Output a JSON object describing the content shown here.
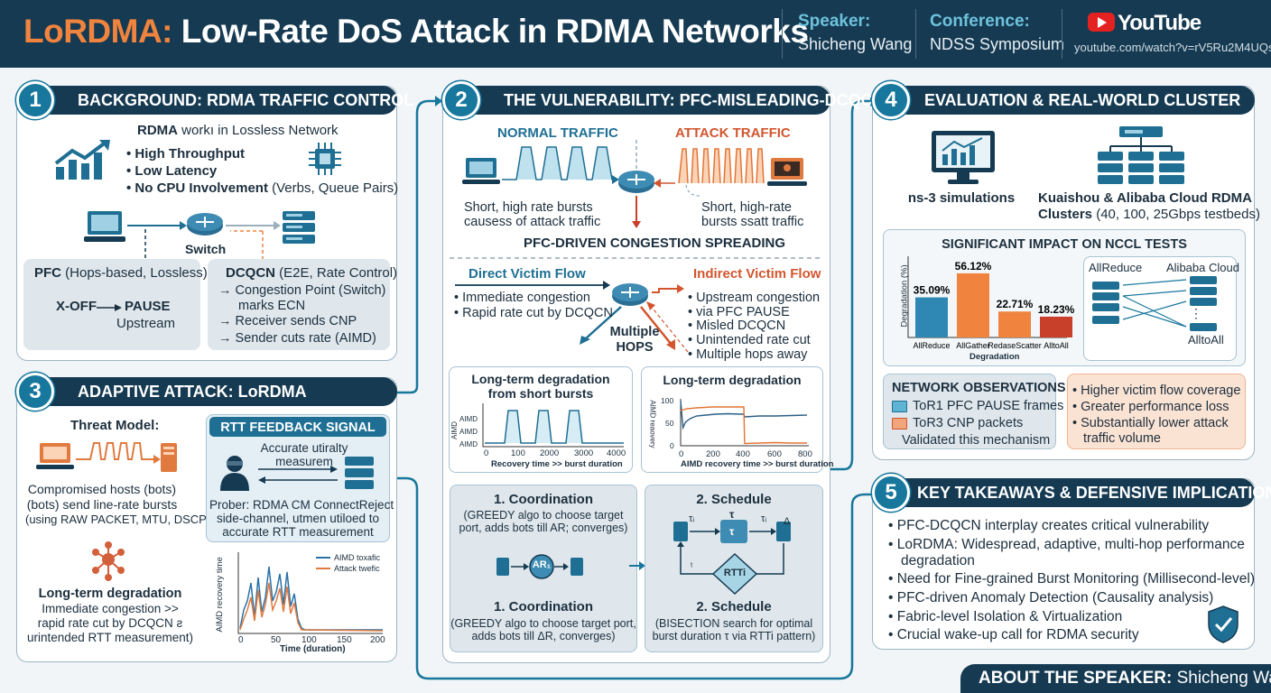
{
  "header": {
    "title_accent": "LoRDMA:",
    "title_rest": " Low-Rate DoS Attack in RDMA Networks",
    "speaker_label": "Speaker:",
    "speaker_name": "Shicheng Wang",
    "conference_label": "Conference:",
    "conference_name": "NDSS Symposium",
    "youtube_label": "YouTube",
    "youtube_url": "youtube.com/watch?v=rV5Ru2M4UQs"
  },
  "p1": {
    "num": "1",
    "title": "BACKGROUND: RDMA TRAFFIC CONTROL",
    "rdma_bold": "RDMA",
    "rdma_rest": " workı in Lossless Network",
    "b1": "• High Throughput",
    "b2": "• Low Latency",
    "b3_bold": "• No CPU Involvement",
    "b3_rest": " (Verbs, Queue Pairs)",
    "switch": "Switch",
    "pfc_bold": "PFC",
    "pfc_rest": " (Hops-based, Lossless)",
    "xoff": "X-OFF",
    "pause": "PAUSE",
    "upstream": "Upstream",
    "dcqcn_bold": "DCQCN",
    "dcqcn_rest": " (E2E, Rate Control)",
    "d1": "Congestion Point (Switch)",
    "d1b": "marks ECN",
    "d2": "Receiver sends CNP",
    "d3": "Sender cuts rate (AIMD)"
  },
  "p2": {
    "num": "2",
    "title": "THE VULNERABILITY: PFC-MISLEADING-DCQCN",
    "normal": "NORMAL TRAFFIC",
    "attack": "ATTACK TRAFFIC",
    "normal_c1": "Short, high rate bursts",
    "normal_c2": "causess of attack traffic",
    "attack_c1": "Short, high-rate",
    "attack_c2": "bursts ssatt traffic",
    "spread": "PFC-DRIVEN CONGESTION SPREADING",
    "direct": "Direct Victim Flow",
    "direct_b1": "• Immediate congestion",
    "direct_b2": "• Rapid rate cut by DCQCN",
    "multiple": "Multiple",
    "hops": "HOPS",
    "indirect": "Indirect Victim Flow",
    "ind_b1": "• Upstream congestion",
    "ind_b2": "• via PFC PAUSE",
    "ind_b3": "• Misled DCQCN",
    "ind_b4": "• Unintended rate cut",
    "ind_b5": "• Multiple hops away",
    "chart1_t1": "Long-term degradation",
    "chart1_t2": "from short bursts",
    "chart1_y": "AIMD",
    "chart1_xl": "Recovery time >> burst duration",
    "chart1_xt": [
      "0",
      "100",
      "2000",
      "3000",
      "4000"
    ],
    "chart1_yt": [
      "AIMD",
      "AIMD",
      "AIMD"
    ],
    "chart2_t": "Long-term degradation",
    "chart2_y": "AIMD reaovery",
    "chart2_xl": "AIMD recovery time >> burst duration",
    "chart2_xt": [
      "0",
      "200",
      "400",
      "600",
      "800"
    ],
    "chart2_yt": [
      "100",
      "50",
      "0"
    ],
    "coord_t": "1. Coordination",
    "coord_s1": "(GREEDY algo to choose target",
    "coord_s2": "port, adds bots till AR; converges)",
    "ar": "AR₁",
    "coord2_t": "1. Coordination",
    "coord2_s1": "(GREEDY algo to choose target port,",
    "coord2_s2": "adds bots till ΔR, converges)",
    "sched_t": "2. Schedule",
    "tau": "τ",
    "tau_i": "τᵢ",
    "tau_j": "τᵢ",
    "delta": "Δ",
    "rtti": "RTTi",
    "tilde": "ᵗ",
    "sched2_t": "2. Schedule",
    "sched2_s1": "(BISECTION search for optimal",
    "sched2_s2": "burst duration τ via RTTi pattern)"
  },
  "p3": {
    "num": "3",
    "title": "ADAPTIVE ATTACK: LoRDMA",
    "threat": "Threat Model:",
    "tm1": "Compromised hosts (bots)",
    "tm2": "(bots) send line-rate bursts",
    "tm3": "(using RAW PACKET, MTU, DSCP)",
    "rtt_title": "RTT FEEDBACK SIGNAL",
    "rtt1": "Accurate utiralty",
    "rtt2": "measurem",
    "prober1": "Prober: RDMA CM ConnectReject",
    "prober2": "side-channel, utmen utiloed to",
    "prober3": "accurate RTT measurement",
    "ltd": "Long-term degradation",
    "ltd1": "Immediate congestion >>",
    "ltd2": "rapid rate cut by DCQCN ƨ",
    "ltd3": "urintended RTT measurement)",
    "ch_y": "AIMD recovery time",
    "ch_x": "Time (duration)",
    "ch_l1": "AIMD toxafic",
    "ch_l2": "Attack twefic",
    "ch_xt": [
      "0",
      "50",
      "100",
      "150",
      "200"
    ]
  },
  "p4": {
    "num": "4",
    "title": "EVALUATION & REAL-WORLD CLUSTER",
    "ns3": "ns-3 simulations",
    "clus1": "Kuaishou & Alibaba Cloud RDMA",
    "clus2_bold": "Clusters",
    "clus2_rest": " (40, 100, 25Gbps testbeds)",
    "impact": "SIGNIFICANT IMPACT ON NCCL TESTS",
    "ylab": "Degradation (%)",
    "xlab": "Degradation",
    "allreduce": "AllReduce",
    "alibaba": "Alibaba Cloud",
    "alltoall": "AlltoAll",
    "dots": "⋮",
    "obs": "NETWORK OBSERVATIONS:",
    "o1": "ToR1 PFC PAUSE frames",
    "o2": "ToR3 CNP packets",
    "o3": "Validated this mechanism",
    "r1": "• Higher victim flow coverage",
    "r2": "• Greater performance loss",
    "r3": "• Substantially lower attack",
    "r4": "traffic volume"
  },
  "p5": {
    "num": "5",
    "title": "KEY TAKEAWAYS & DEFENSIVE IMPLICATIONS",
    "k1": "• PFC-DCQCN interplay creates critical vulnerability",
    "k2": "• LoRDMA: Widespread, adaptive, multi-hop performance",
    "k2b": "degradation",
    "k3": "• Need for Fine-grained Burst Monitoring (Millisecond-level)",
    "k4": "• PFC-driven Anomaly Detection (Causality analysis)",
    "k5": "• Fabric-level Isolation & Virtualization",
    "k6": "• Crucial wake-up call for RDMA security"
  },
  "footer": {
    "label": "ABOUT THE SPEAKER:",
    "name": " Shicheng Wang"
  },
  "chart_data": [
    {
      "type": "bar",
      "title": "SIGNIFICANT IMPACT ON NCCL TESTS",
      "ylabel": "Degradation (%)",
      "xlabel": "Degradation",
      "categories": [
        "AllReduce",
        "AllGather",
        "RedaseScatter",
        "AlltoAll"
      ],
      "values": [
        35.09,
        56.12,
        22.71,
        18.23
      ],
      "value_labels": [
        "35.09%",
        "56.12%",
        "22.71%",
        "18.23%"
      ],
      "colors": [
        "#2f87b4",
        "#f0843e",
        "#f0843e",
        "#c8402a"
      ]
    },
    {
      "type": "line",
      "title": "Long-term degradation",
      "xlabel": "AIMD recovery time >> burst duration",
      "ylabel": "AIMD reaovery",
      "ylim": [
        0,
        100
      ],
      "xlim": [
        0,
        800
      ],
      "series": [
        {
          "color": "#2a5e86",
          "x": [
            0,
            15,
            30,
            60,
            100,
            160,
            220,
            300,
            380,
            400,
            405,
            500,
            600,
            700,
            800
          ],
          "y": [
            100,
            40,
            52,
            60,
            66,
            68,
            70,
            71,
            70,
            70,
            64,
            66,
            66,
            67,
            68
          ]
        },
        {
          "color": "#e27535",
          "x": [
            0,
            40,
            100,
            200,
            300,
            390,
            400,
            405,
            500,
            600,
            700,
            800
          ],
          "y": [
            78,
            82,
            84,
            86,
            86,
            86,
            86,
            5,
            6,
            7,
            6,
            6
          ]
        }
      ]
    }
  ]
}
